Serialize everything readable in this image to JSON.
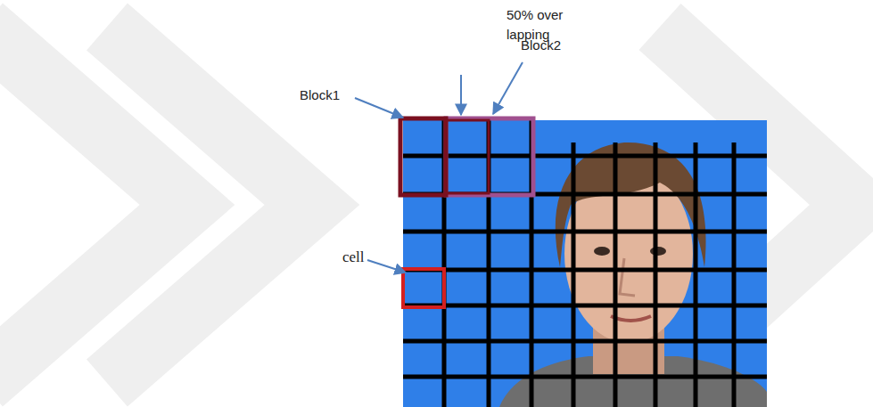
{
  "diagram": {
    "labels": [
      "50% over lapping",
      "Block1",
      "Block2",
      "cell"
    ]
  }
}
